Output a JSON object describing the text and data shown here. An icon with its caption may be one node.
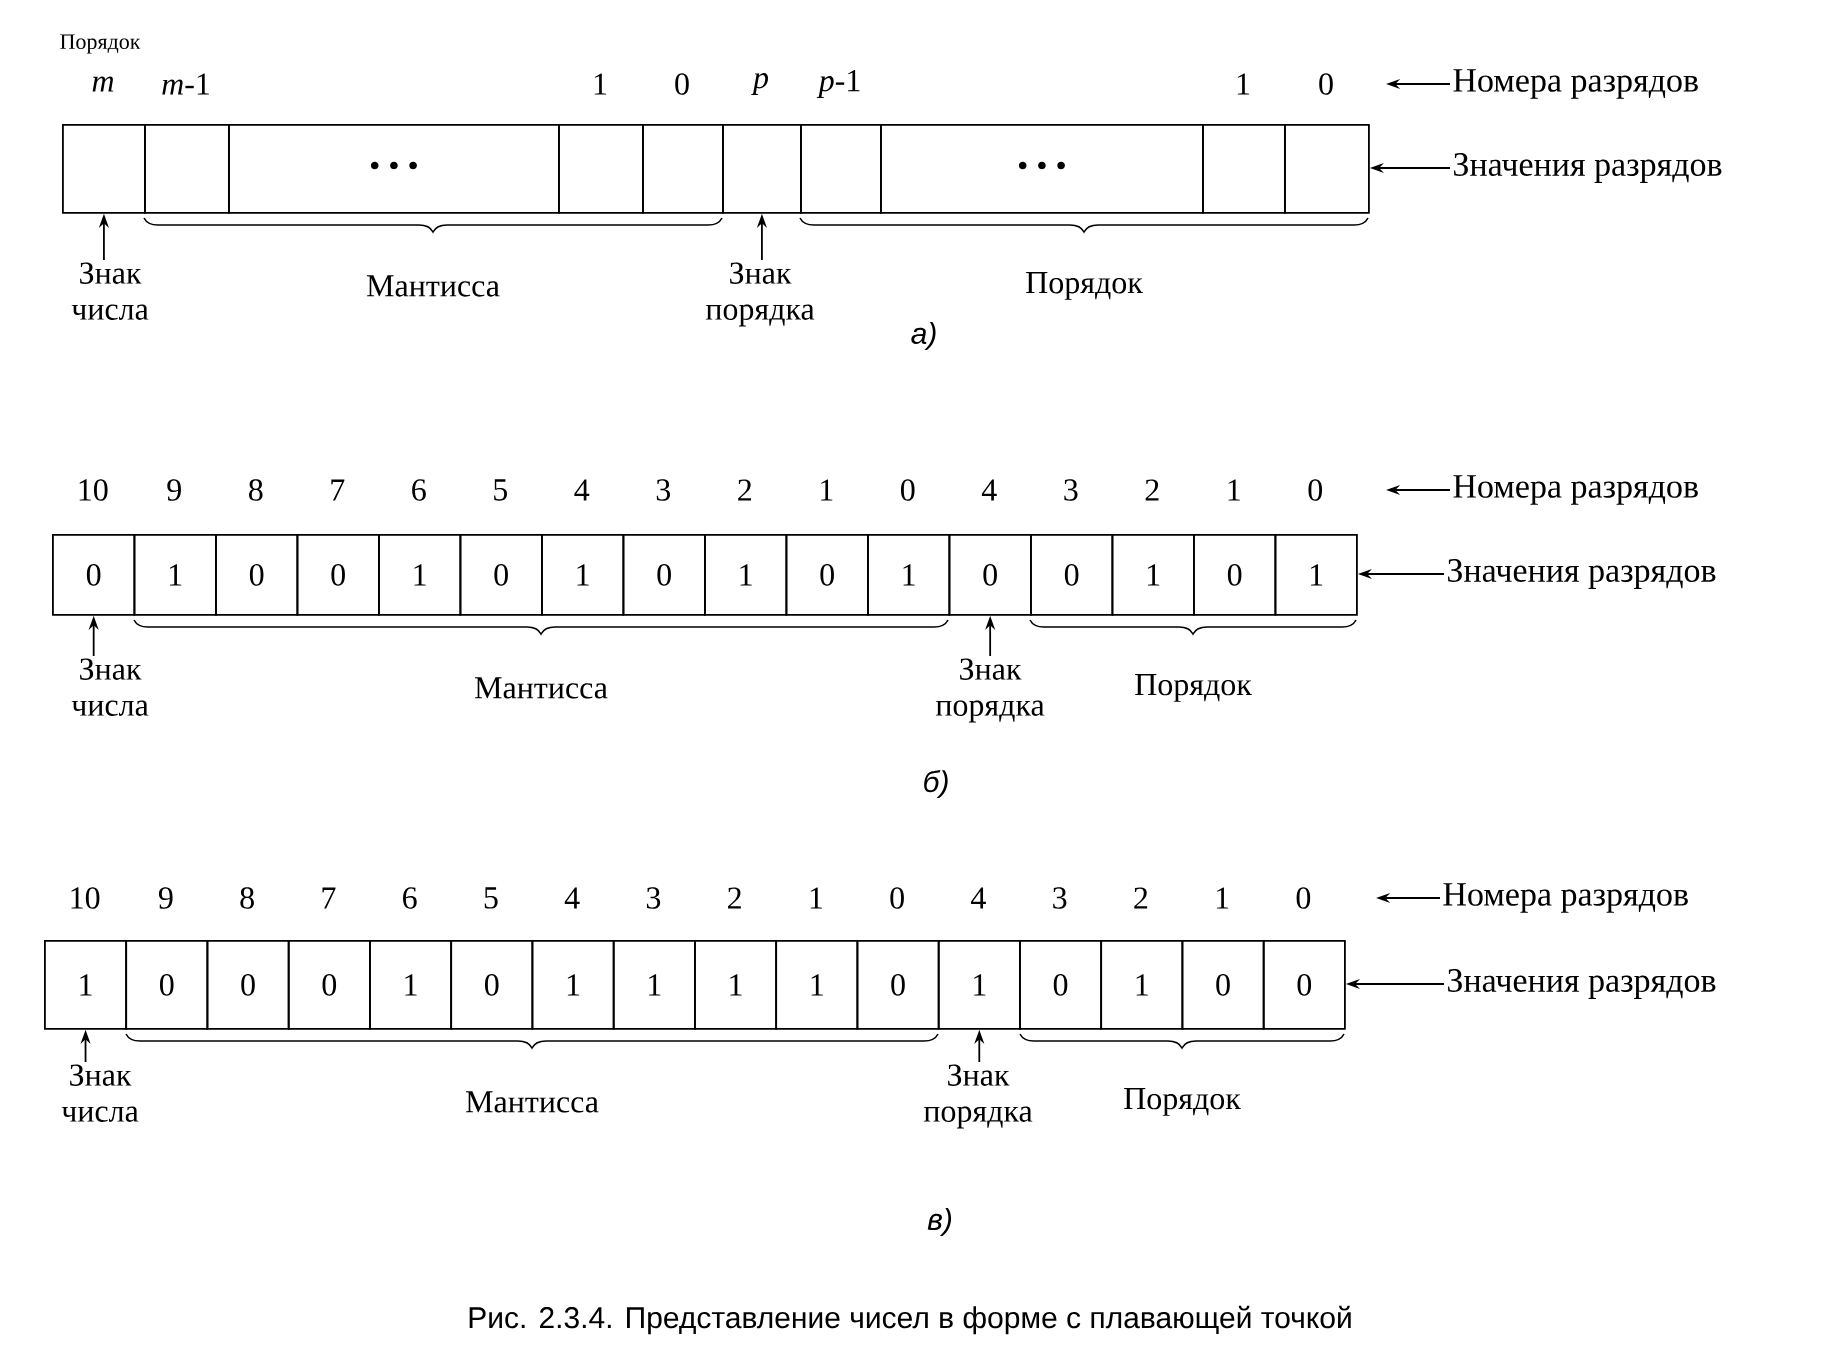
{
  "diagram": {
    "caption": "Рис. 2.3.4. Представление чисел в форме с плавающей точкой",
    "nodes": [
      {
        "text": [],
        "shape": "box",
        "beside": [
          "*m*"
        ]
      },
      {
        "text": [],
        "shape": "box",
        "beside": [
          "*m*-1"
        ]
      },
      {
        "text": [
          "• • •"
        ]
      },
      {
        "text": [],
        "shape": "box",
        "beside": [
          "1"
        ]
      },
      {
        "text": [],
        "shape": "box",
        "beside": [
          "0"
        ]
      },
      {
        "text": [],
        "shape": "box",
        "beside": [
          "*p*"
        ]
      },
      {
        "text": [],
        "shape": "box",
        "beside": [
          "*p*-1"
        ]
      },
      {
        "text": [
          "• • •"
        ]
      },
      {
        "text": [],
        "shape": "box",
        "beside": [
          "1"
        ]
      },
      {
        "text": [],
        "shape": "box",
        "beside": [
          "0"
        ]
      },
      {
        "text": [
          "Номера разрядов"
        ]
      },
      {
        "text": [
          "Значения разрядов"
        ]
      },
      {
        "text": [
          "Знак числа"
        ]
      },
      {
        "text": [
          "Знак порядка"
        ]
      },
      {
        "text": [
          "0"
        ],
        "beside": [
          "10"
        ]
      },
      {
        "text": [
          "1"
        ],
        "beside": [
          "9"
        ]
      },
      {
        "text": [
          "0"
        ],
        "beside": [
          "8"
        ]
      },
      {
        "text": [
          "0"
        ],
        "beside": [
          "7"
        ]
      },
      {
        "text": [
          "1"
        ],
        "beside": [
          "6"
        ]
      },
      {
        "text": [
          "0"
        ],
        "beside": [
          "5"
        ]
      },
      {
        "text": [
          "1"
        ],
        "beside": [
          "4"
        ]
      },
      {
        "text": [
          "0"
        ],
        "beside": [
          "3"
        ]
      },
      {
        "text": [
          "1"
        ],
        "beside": [
          "2"
        ]
      },
      {
        "text": [
          "0"
        ],
        "beside": [
          "1"
        ]
      },
      {
        "text": [
          "1"
        ],
        "beside": [
          "0"
        ]
      },
      {
        "text": [
          "0"
        ],
        "beside": [
          "4"
        ]
      },
      {
        "text": [
          "0"
        ],
        "beside": [
          "3"
        ]
      },
      {
        "text": [
          "1"
        ],
        "beside": [
          "2"
        ]
      },
      {
        "text": [
          "0"
        ],
        "beside": [
          "1"
        ]
      },
      {
        "text": [
          "1"
        ],
        "beside": [
          "0"
        ]
      },
      {
        "text": [
          "Номера разрядов"
        ]
      },
      {
        "text": [
          "Значения разрядов"
        ]
      },
      {
        "text": [
          "Знак числа"
        ]
      },
      {
        "text": [
          "Знак порядка"
        ]
      },
      {
        "text": [
          "1"
        ],
        "beside": [
          "10"
        ]
      },
      {
        "text": [
          "0"
        ],
        "beside": [
          "9"
        ]
      },
      {
        "text": [
          "0"
        ],
        "beside": [
          "8"
        ]
      },
      {
        "text": [
          "0"
        ],
        "beside": [
          "7"
        ]
      },
      {
        "text": [
          "1"
        ],
        "beside": [
          "6"
        ]
      },
      {
        "text": [
          "0"
        ],
        "beside": [
          "5"
        ]
      },
      {
        "text": [
          "1"
        ],
        "beside": [
          "4"
        ]
      },
      {
        "text": [
          "1"
        ],
        "beside": [
          "3"
        ]
      },
      {
        "text": [
          "1"
        ],
        "beside": [
          "2"
        ]
      },
      {
        "text": [
          "1"
        ],
        "beside": [
          "1"
        ]
      },
      {
        "text": [
          "0"
        ],
        "beside": [
          "0"
        ]
      },
      {
        "text": [
          "1"
        ],
        "beside": [
          "4"
        ]
      },
      {
        "text": [
          "0"
        ],
        "beside": [
          "3"
        ]
      },
      {
        "text": [
          "1"
        ],
        "beside": [
          "2"
        ]
      },
      {
        "text": [
          "0"
        ],
        "beside": [
          "1"
        ]
      },
      {
        "text": [
          "0"
        ],
        "beside": [
          "0"
        ]
      },
      {
        "text": [
          "Номера разрядов"
        ]
      },
      {
        "text": [
          "Значения разрядов"
        ]
      },
      {
        "text": [
          "Знак числа"
        ]
      },
      {
        "text": [
          "Знак порядка"
        ]
      }
    ],
    "edges": [
      {
        "from": 10,
        "to": null,
        "arrow": "to"
      },
      {
        "from": 11,
        "to": 9,
        "arrow": "to"
      },
      {
        "from": 12,
        "to": 0,
        "arrow": "to"
      },
      {
        "from": 13,
        "to": 5,
        "arrow": "to"
      },
      {
        "from": 30,
        "to": null,
        "arrow": "to"
      },
      {
        "from": 31,
        "to": 29,
        "arrow": "to"
      },
      {
        "from": 32,
        "to": 14,
        "arrow": "to"
      },
      {
        "from": 33,
        "to": 25,
        "arrow": "to"
      },
      {
        "from": 50,
        "to": null,
        "arrow": "to"
      },
      {
        "from": 51,
        "to": 49,
        "arrow": "to"
      },
      {
        "from": 52,
        "to": 34,
        "arrow": "to"
      },
      {
        "from": 53,
        "to": 45,
        "arrow": "to"
      }
    ],
    "labels": [
      "Порядок",
      "Мантисса",
      "Порядок",
      "а)",
      "Мантисса",
      "Порядок",
      "б)",
      "Мантисса",
      "Порядок",
      "в)"
    ]
  }
}
